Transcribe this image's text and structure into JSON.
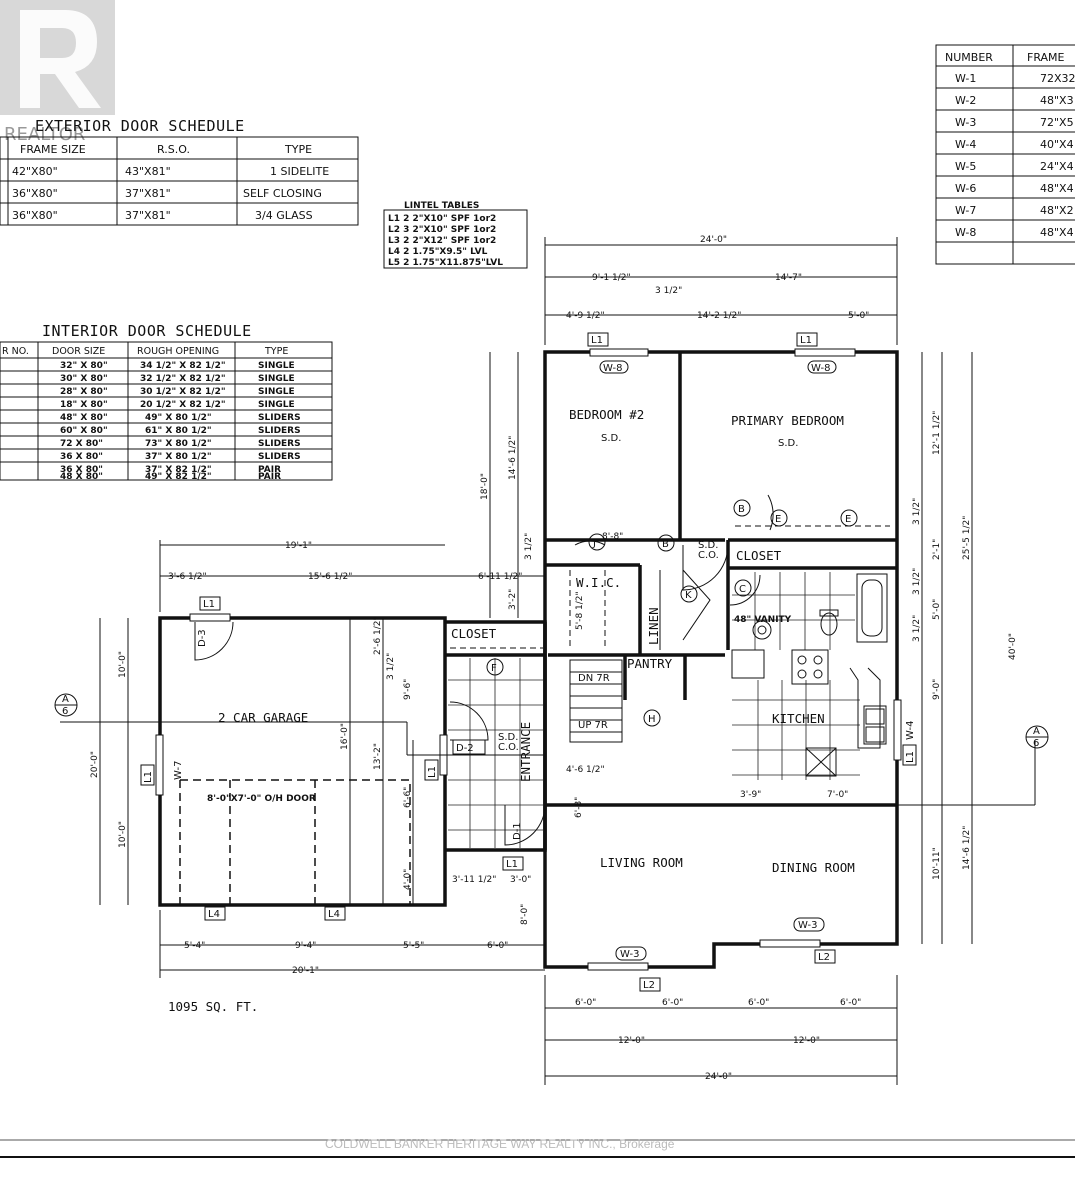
{
  "logo": {
    "text": "REALTOR"
  },
  "exterior_schedule": {
    "title": "EXTERIOR DOOR SCHEDULE",
    "headers": [
      "FRAME SIZE",
      "R.S.O.",
      "TYPE"
    ],
    "rows": [
      [
        "42\"X80\"",
        "43\"X81\"",
        "1 SIDELITE"
      ],
      [
        "36\"X80\"",
        "37\"X81\"",
        "SELF CLOSING"
      ],
      [
        "36\"X80\"",
        "37\"X81\"",
        "3/4 GLASS"
      ]
    ]
  },
  "window_schedule": {
    "headers": [
      "NUMBER",
      "FRAME"
    ],
    "rows": [
      [
        "W-1",
        "72X32"
      ],
      [
        "W-2",
        "48\"X3"
      ],
      [
        "W-3",
        "72\"X5"
      ],
      [
        "W-4",
        "40\"X4"
      ],
      [
        "W-5",
        "24\"X4"
      ],
      [
        "W-6",
        "48\"X4"
      ],
      [
        "W-7",
        "48\"X2"
      ],
      [
        "W-8",
        "48\"X4"
      ]
    ]
  },
  "lintel_tables": {
    "title": "LINTEL TABLES",
    "rows": [
      "L1 2 2\"X10\" SPF 1or2",
      "L2 3 2\"X10\" SPF 1or2",
      "L3 2 2\"X12\" SPF 1or2",
      "L4 2 1.75\"X9.5\" LVL",
      "L5 2 1.75\"X11.875\"LVL"
    ]
  },
  "interior_schedule": {
    "title": "INTERIOR DOOR SCHEDULE",
    "headers": [
      "R NO.",
      "DOOR SIZE",
      "ROUGH OPENING",
      "TYPE"
    ],
    "rows": [
      [
        "32\" X 80\"",
        "34 1/2\" X 82 1/2\"",
        "SINGLE"
      ],
      [
        "30\" X 80\"",
        "32 1/2\" X 82 1/2\"",
        "SINGLE"
      ],
      [
        "28\" X 80\"",
        "30 1/2\" X 82 1/2\"",
        "SINGLE"
      ],
      [
        "18\" X 80\"",
        "20 1/2\" X 82 1/2\"",
        "SINGLE"
      ],
      [
        "48\" X 80\"",
        "49\" X 80 1/2\"",
        "SLIDERS"
      ],
      [
        "60\" X 80\"",
        "61\" X 80 1/2\"",
        "SLIDERS"
      ],
      [
        "72 X 80\"",
        "73\" X 80 1/2\"",
        "SLIDERS"
      ],
      [
        "36 X 80\"",
        "37\" X 80 1/2\"",
        "SLIDERS"
      ],
      [
        "36 X 80\"",
        "37\" X 82 1/2\"",
        "PAIR"
      ],
      [
        "48 X 80\"",
        "49\" X 82 1/2\"",
        "PAIR"
      ]
    ]
  },
  "rooms": {
    "bedroom2": "BEDROOM #2",
    "primary": "PRIMARY BEDROOM",
    "closet_top": "CLOSET",
    "wic": "W.I.C.",
    "linen": "LINEN",
    "closet_left": "CLOSET",
    "pantry": "PANTRY",
    "kitchen": "KITCHEN",
    "garage": "2 CAR GARAGE",
    "entrance": "ENTRANCE",
    "living": "LIVING ROOM",
    "dining": "DINING ROOM",
    "vanity": "48\" VANITY",
    "garage_door": "8'-0\"X7'-0\" O/H DOOR",
    "sd": "S.D.",
    "co": "C.O."
  },
  "stairs": {
    "down": "DN 7R",
    "up": "UP 7R"
  },
  "area": "1095 SQ. FT.",
  "watermark": "COLDWELL BANKER HERITAGE WAY REALTY INC., Brokerage",
  "dims": {
    "top_total": "24'-0\"",
    "top_a": "9'-1 1/2\"",
    "top_b": "14'-7\"",
    "top_c": "3 1/2\"",
    "top_d": "4'-9 1/2\"",
    "top_e": "14'-2 1/2\"",
    "top_f": "5'-0\"",
    "bot_a": "6'-0\"",
    "bot_b": "6'-0\"",
    "bot_c": "6'-0\"",
    "bot_d": "6'-0\"",
    "bot_e": "12'-0\"",
    "bot_f": "12'-0\"",
    "bot_total": "24'-0\"",
    "g_top": "19'-1\"",
    "g_a": "3'-6 1/2\"",
    "g_b": "15'-6 1/2\"",
    "g_c": "6'-11 1/2\"",
    "g_bot_a": "5'-4\"",
    "g_bot_b": "9'-4\"",
    "g_bot_c": "5'-5\"",
    "g_bot_d": "6'-0\"",
    "g_bot_total": "20'-1\"",
    "g_left": "20'-0\"",
    "g_left_a": "10'-0\"",
    "g_left_b": "10'-0\"",
    "r_40": "40'-0\"",
    "r_25": "25'-5 1/2\"",
    "r_14": "14'-6 1/2\"",
    "r_12": "12'-1 1/2\"",
    "r_9": "9'-0\"",
    "r_5": "5'-0\"",
    "r_10": "10'-11\"",
    "r_3": "3 1/2\"",
    "r_2": "2'-1\"",
    "i_18": "18'-0\"",
    "i_14": "14'-6 1/2\"",
    "i_8": "8'-0\"",
    "i_16": "16'-0\"",
    "i_13": "13'-2\"",
    "i_6": "6'-6\"",
    "i_4": "4'-0\"",
    "i_9": "9'-6\"",
    "i_2": "2'-6 1/2\"",
    "i_3": "3'-2\"",
    "e_a": "4'-6 1/2\"",
    "e_b": "3'-11 1/2\"",
    "e_c": "3'-0\"",
    "e_d": "6'-3\"",
    "k_a": "3'-9\"",
    "k_b": "7'-0\"",
    "wic": "8'-8\"",
    "w5": "5'-8 1/2\""
  },
  "tags": {
    "L1": "L1",
    "L2": "L2",
    "L4": "L4",
    "W3": "W-3",
    "W4": "W-4",
    "W7": "W-7",
    "W8": "W-8",
    "D1": "D-1",
    "D2": "D-2",
    "D3": "D-3",
    "A": "A",
    "six": "6",
    "B": "B",
    "C": "C",
    "E": "E",
    "F": "F",
    "H": "H",
    "J": "J",
    "K": "K"
  }
}
